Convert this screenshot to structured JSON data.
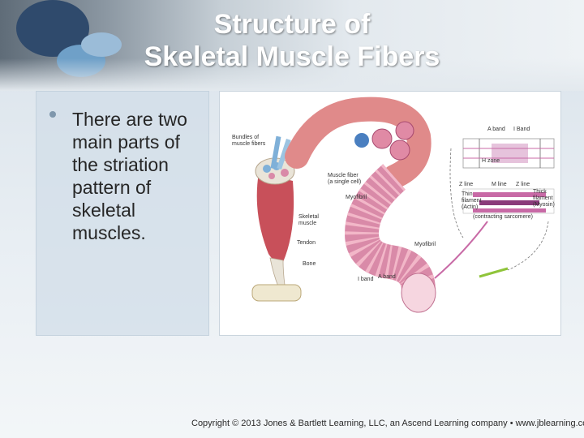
{
  "slide": {
    "title_line1": "Structure of",
    "title_line2": "Skeletal Muscle Fibers",
    "body_text": "There are two main parts of the striation pattern of skeletal muscles.",
    "copyright": "Copyright © 2013 Jones & Bartlett Learning, LLC, an Ascend Learning company • www.jblearning.com"
  },
  "figure": {
    "labels": {
      "bundles": [
        "Bundles of",
        "muscle fibers"
      ],
      "muscle_fiber": [
        "Muscle fiber",
        "(a single cell)"
      ],
      "myofibril_top": "Myofibril",
      "skeletal_muscle": [
        "Skeletal",
        "muscle"
      ],
      "tendon": "Tendon",
      "bone": "Bone",
      "myofibril_right": "Myofibril",
      "i_band_bottom": "I band",
      "a_band_bottom": "A band",
      "a_band_top": "A band",
      "i_band_top": "I Band",
      "h_zone": "H zone",
      "z_line_left": "Z line",
      "m_line": "M line",
      "z_line_right": "Z line",
      "thin_filament": [
        "Thin",
        "filament",
        "(Actin)"
      ],
      "thick_filament": [
        "Thick",
        "filament",
        "(Myosin)"
      ],
      "sarcomere": "(contracting sarcomere)"
    },
    "colors": {
      "muscle": "#c8505a",
      "fiber": "#d98aa8",
      "myofibril_light": "#f2b7c8",
      "tendon": "#e9e4d8",
      "actin": "#c86aa6",
      "myosin": "#8a3b7a",
      "accent_green": "#8fc43a"
    }
  }
}
